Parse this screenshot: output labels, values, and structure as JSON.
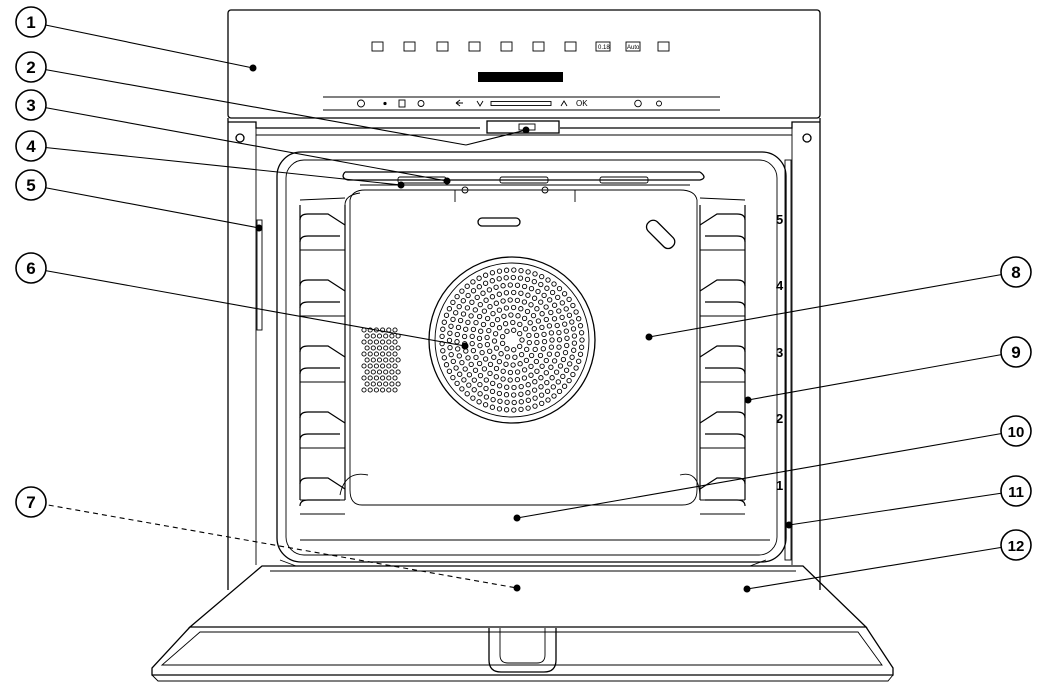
{
  "callouts": [
    {
      "id": "1",
      "label": "1"
    },
    {
      "id": "2",
      "label": "2"
    },
    {
      "id": "3",
      "label": "3"
    },
    {
      "id": "4",
      "label": "4"
    },
    {
      "id": "5",
      "label": "5"
    },
    {
      "id": "6",
      "label": "6"
    },
    {
      "id": "7",
      "label": "7"
    },
    {
      "id": "8",
      "label": "8"
    },
    {
      "id": "9",
      "label": "9"
    },
    {
      "id": "10",
      "label": "10"
    },
    {
      "id": "11",
      "label": "11"
    },
    {
      "id": "12",
      "label": "12"
    }
  ],
  "shelf_levels": [
    "5",
    "4",
    "3",
    "2",
    "1"
  ],
  "control_panel": {
    "program_icons": [
      "fan-grill-icon",
      "top-bottom-heat-icon",
      "intensive-icon",
      "bottom-heat-icon",
      "grill-icon",
      "full-grill-icon",
      "fan-plus-icon",
      "defrost-icon",
      "auto-icon",
      "special-icon"
    ],
    "icon_texts": {
      "defrost": "0.18",
      "auto": "Auto"
    },
    "sensor_icons": [
      "power-icon",
      "dot-icon",
      "door-icon",
      "timer-icon",
      "back-icon",
      "down-icon",
      "up-icon",
      "ok-icon",
      "clock-icon",
      "light-icon"
    ],
    "ok_label": "OK"
  }
}
